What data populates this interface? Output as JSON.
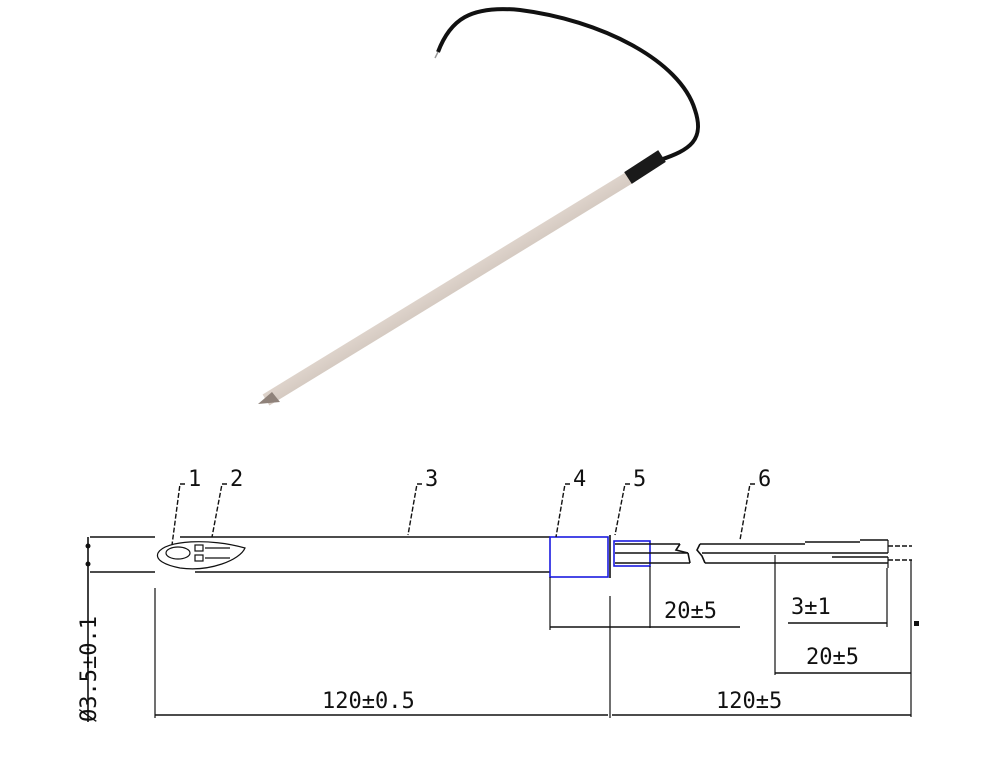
{
  "callouts": [
    "1",
    "2",
    "3",
    "4",
    "5",
    "6"
  ],
  "dimensions": {
    "diameter": "Ø3.5±0.1",
    "probe_length": "120±0.5",
    "cable_length": "120±5",
    "sleeve_length": "20±5",
    "strip_length": "3±1",
    "split_length": "20±5"
  },
  "colors": {
    "highlight": "#1a1ae0",
    "line": "#111111",
    "cable": "#111111",
    "steel": "#b9aca2"
  }
}
